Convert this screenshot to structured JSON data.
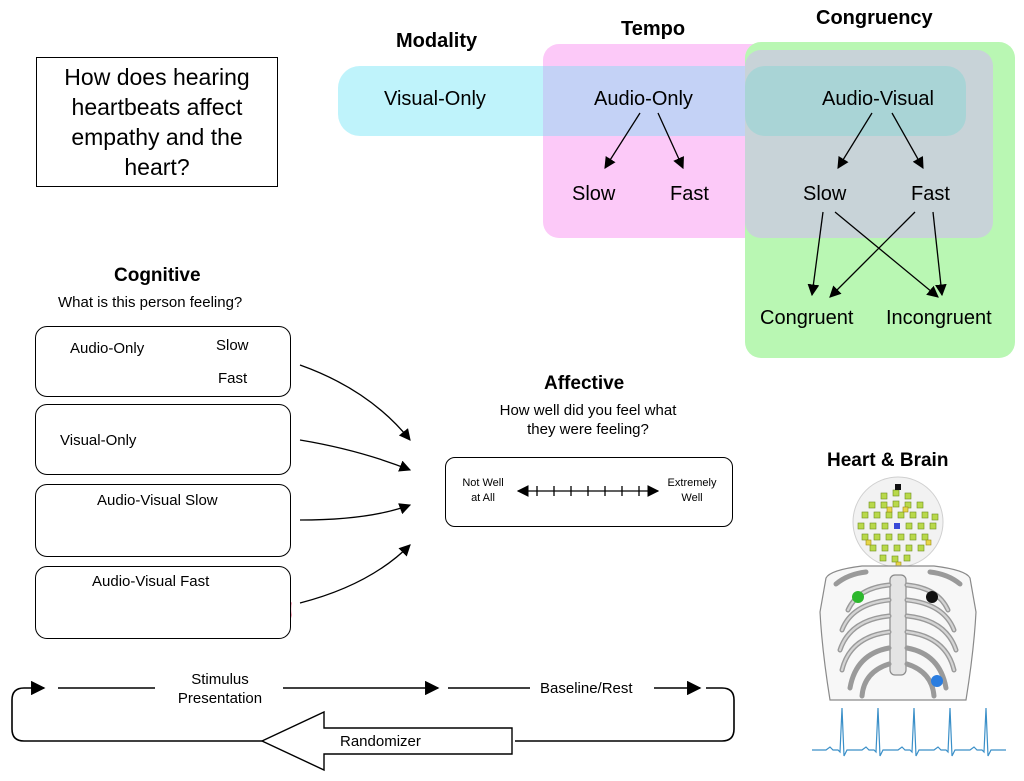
{
  "question": "How does hearing heartbeats affect empathy and the heart?",
  "design": {
    "headers": {
      "modality": "Modality",
      "tempo": "Tempo",
      "congruency": "Congruency"
    },
    "modality": {
      "visual_only": "Visual-Only",
      "audio_only": "Audio-Only",
      "audio_visual": "Audio-Visual"
    },
    "tempo": {
      "ao_slow": "Slow",
      "ao_fast": "Fast",
      "av_slow": "Slow",
      "av_fast": "Fast"
    },
    "congruency": {
      "congruent": "Congruent",
      "incongruent": "Incongruent"
    },
    "colors": {
      "modality": "#bff3fb",
      "tempo": "#fcc9f8",
      "congruency": "#b9f7b3",
      "overlap": "#c8d3d8"
    }
  },
  "cognitive": {
    "title": "Cognitive",
    "question": "What is this person feeling?",
    "cards": {
      "audio_only": {
        "label": "Audio-Only",
        "slow": "Slow",
        "fast": "Fast"
      },
      "visual_only": {
        "label": "Visual-Only"
      },
      "av_slow": {
        "label": "Audio-Visual Slow"
      },
      "av_fast": {
        "label": "Audio-Visual Fast"
      }
    }
  },
  "affective": {
    "title": "Affective",
    "question_line1": "How well did you feel what",
    "question_line2": "they were feeling?",
    "scale_left_line1": "Not Well",
    "scale_left_line2": "at All",
    "scale_right_line1": "Extremely",
    "scale_right_line2": "Well"
  },
  "heart_brain": {
    "title": "Heart & Brain"
  },
  "loop": {
    "stimulus_line1": "Stimulus",
    "stimulus_line2": "Presentation",
    "baseline": "Baseline/Rest",
    "randomizer": "Randomizer"
  },
  "icons": [
    "heart-icon",
    "eye-image",
    "eeg-cap-icon",
    "ribcage-icon",
    "ecg-trace-icon"
  ]
}
